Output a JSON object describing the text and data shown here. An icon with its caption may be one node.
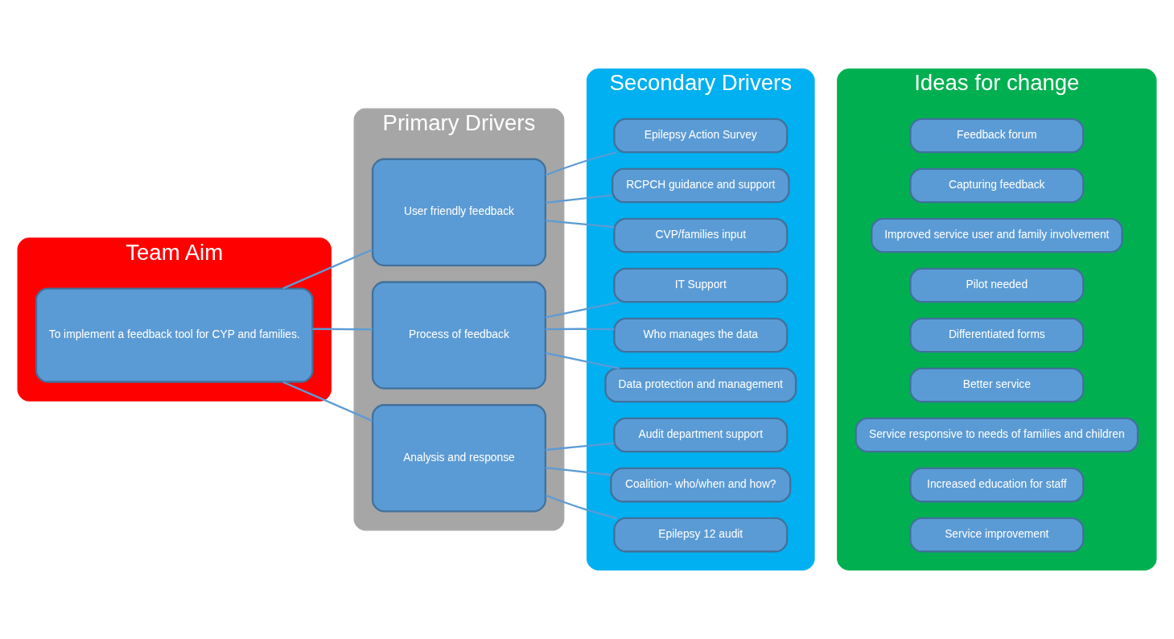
{
  "diagram": {
    "nodes": [
      {
        "text": [
          "Team Aim"
        ]
      },
      {
        "text": [
          "To implement a feedback tool for CYP and families."
        ],
        "in": 0
      },
      {
        "text": [
          "Primary Drivers"
        ]
      },
      {
        "text": [
          "User friendly feedback"
        ],
        "in": 2
      },
      {
        "text": [
          "Process of feedback"
        ],
        "in": 2
      },
      {
        "text": [
          "Analysis and response"
        ],
        "in": 2
      },
      {
        "text": [
          "Secondary Drivers"
        ]
      },
      {
        "text": [
          "Epilepsy Action Survey"
        ],
        "in": 6
      },
      {
        "text": [
          "RCPCH guidance and support"
        ],
        "in": 6
      },
      {
        "text": [
          "CVP/families input"
        ],
        "in": 6
      },
      {
        "text": [
          "IT Support"
        ],
        "in": 6
      },
      {
        "text": [
          "Who manages the data"
        ],
        "in": 6
      },
      {
        "text": [
          "Data protection and management"
        ],
        "in": 6
      },
      {
        "text": [
          "Audit department support"
        ],
        "in": 6
      },
      {
        "text": [
          "Coalition- who/when and how?"
        ],
        "in": 6
      },
      {
        "text": [
          "Epilepsy 12 audit"
        ],
        "in": 6
      },
      {
        "text": [
          "Ideas for change"
        ]
      },
      {
        "text": [
          "Feedback forum"
        ],
        "in": 16
      },
      {
        "text": [
          "Capturing feedback"
        ],
        "in": 16
      },
      {
        "text": [
          "Improved service user and family involvement"
        ],
        "in": 16
      },
      {
        "text": [
          "Pilot needed"
        ],
        "in": 16
      },
      {
        "text": [
          "Differentiated forms"
        ],
        "in": 16
      },
      {
        "text": [
          "Better service"
        ],
        "in": 16
      },
      {
        "text": [
          "Service responsive to needs of families and children"
        ],
        "in": 16
      },
      {
        "text": [
          "Increased education for staff"
        ],
        "in": 16
      },
      {
        "text": [
          "Service improvement"
        ],
        "in": 16
      }
    ],
    "edges": [
      {
        "from": 1,
        "to": 3,
        "arrow": "none"
      },
      {
        "from": 1,
        "to": 4,
        "arrow": "none"
      },
      {
        "from": 1,
        "to": 5,
        "arrow": "none"
      },
      {
        "from": 3,
        "to": 7,
        "arrow": "none"
      },
      {
        "from": 3,
        "to": 8,
        "arrow": "none"
      },
      {
        "from": 3,
        "to": 9,
        "arrow": "none"
      },
      {
        "from": 4,
        "to": 10,
        "arrow": "none"
      },
      {
        "from": 4,
        "to": 11,
        "arrow": "none"
      },
      {
        "from": 4,
        "to": 12,
        "arrow": "none"
      },
      {
        "from": 5,
        "to": 13,
        "arrow": "none"
      },
      {
        "from": 5,
        "to": 14,
        "arrow": "none"
      },
      {
        "from": 5,
        "to": 15,
        "arrow": "none"
      }
    ]
  }
}
